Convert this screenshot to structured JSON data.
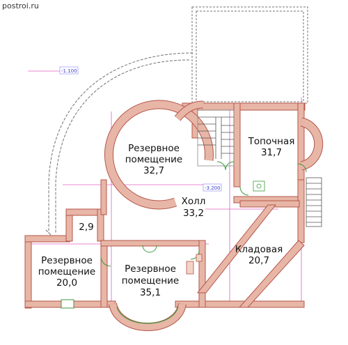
{
  "watermark": "postroi.ru",
  "levels": {
    "outer": "-1.100",
    "hall": "-3.200"
  },
  "rooms": [
    {
      "name_lines": [
        "Резервное",
        "помещение"
      ],
      "area": "32,7"
    },
    {
      "name_lines": [
        "Топочная"
      ],
      "area": "31,7"
    },
    {
      "name_lines": [
        "Холл"
      ],
      "area": "33,2"
    },
    {
      "name_lines": [],
      "area": "2,9"
    },
    {
      "name_lines": [
        "Кладовая"
      ],
      "area": "20,7"
    },
    {
      "name_lines": [
        "Резервное",
        "помещение"
      ],
      "area": "20,0"
    },
    {
      "name_lines": [
        "Резервное",
        "помещение"
      ],
      "area": "35,1"
    }
  ],
  "colors": {
    "wall_fill": "#e8b6a6",
    "wall_stroke": "#b3554a",
    "accent_lines": "#e060c0",
    "green_lines": "#3a9a3a",
    "dashed_lines": "#707070"
  }
}
